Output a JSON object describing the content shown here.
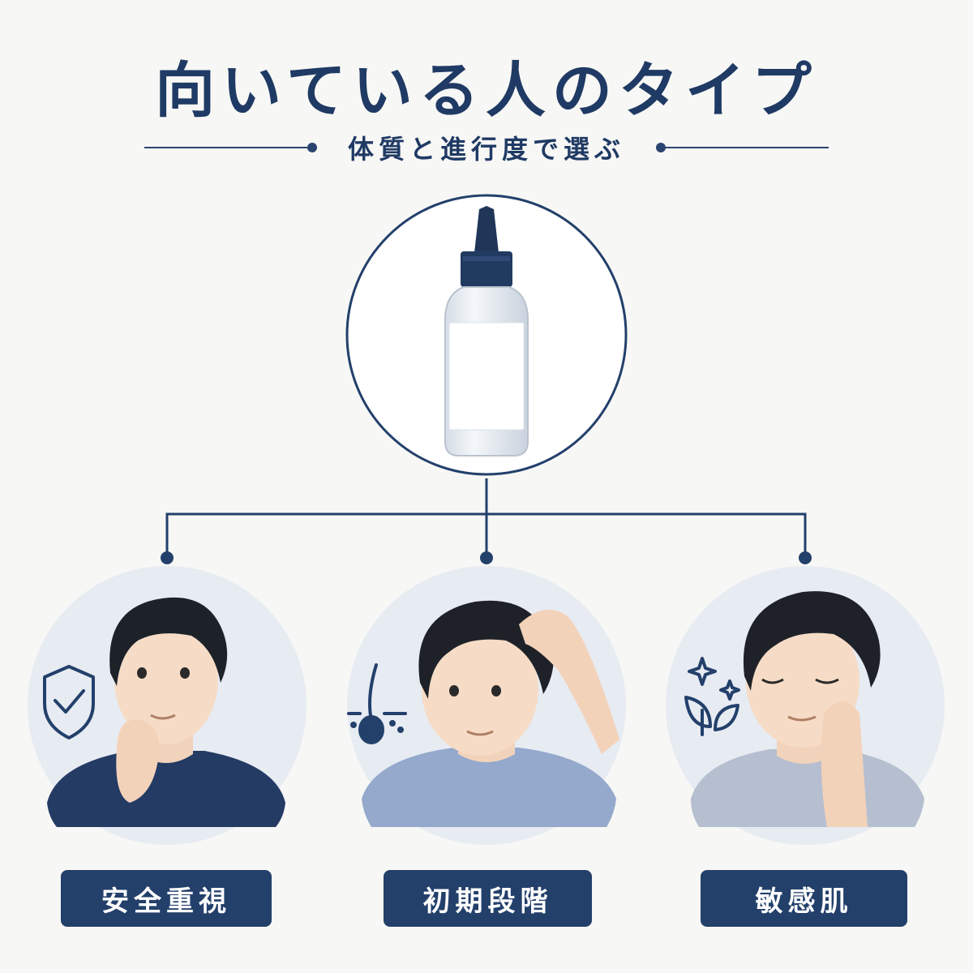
{
  "header": {
    "title": "向いている人のタイプ",
    "subtitle": "体質と進行度で選ぶ"
  },
  "colors": {
    "navy": "#23406b",
    "background": "#f7f7f5",
    "circle_fill": "#e7ebf2"
  },
  "product": {
    "icon": "dropper-bottle-icon"
  },
  "types": [
    {
      "label": "安全重視",
      "icon": "shield-check-icon"
    },
    {
      "label": "初期段階",
      "icon": "hair-follicle-icon"
    },
    {
      "label": "敏感肌",
      "icon": "leaf-sparkle-icon"
    }
  ]
}
